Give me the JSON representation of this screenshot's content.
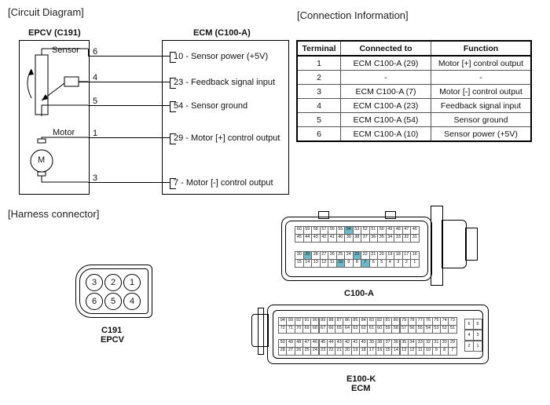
{
  "sections": {
    "circuit_diagram": "[Circuit Diagram]",
    "connection_info": "[Connection Information]",
    "harness_connector": "[Harness connector]"
  },
  "circuit": {
    "epcv_title": "EPCV (C191)",
    "ecm_title": "ECM (C100-A)",
    "sensor_label": "Sensor",
    "motor_label": "Motor",
    "motor_symbol": "M",
    "pins": [
      "6",
      "4",
      "5",
      "1",
      "3"
    ],
    "ecm_pins": [
      "10 - Sensor power (+5V)",
      "23 - Feedback signal input",
      "54 - Sensor ground",
      "29 - Motor [+] control output",
      "7 - Motor [-] control output"
    ]
  },
  "connection_table": {
    "headers": [
      "Terminal",
      "Connected to",
      "Function"
    ],
    "rows": [
      [
        "1",
        "ECM C100-A (29)",
        "Motor [+] control output"
      ],
      [
        "2",
        "-",
        "-"
      ],
      [
        "3",
        "ECM C100-A (7)",
        "Motor [-] control output"
      ],
      [
        "4",
        "ECM C100-A (23)",
        "Feedback  signal input"
      ],
      [
        "5",
        "ECM C100-A (54)",
        "Sensor ground"
      ],
      [
        "6",
        "ECM C100-A (10)",
        "Sensor power (+5V)"
      ]
    ]
  },
  "connectors": {
    "c191_pins_top": [
      "3",
      "2",
      "1"
    ],
    "c191_pins_bottom": [
      "6",
      "5",
      "4"
    ],
    "c191_name": "C191",
    "c191_sub": "EPCV",
    "c100a_name": "C100-A",
    "e100k_name": "E100-K",
    "e100k_sub": "ECM",
    "c100a_rows": [
      [
        "60",
        "59",
        "58",
        "57",
        "56",
        "55",
        "54",
        "53",
        "52",
        "51",
        "50",
        "49",
        "48",
        "47",
        "46"
      ],
      [
        "45",
        "44",
        "43",
        "42",
        "41",
        "40",
        "39",
        "38",
        "37",
        "36",
        "35",
        "34",
        "33",
        "32",
        "31"
      ],
      [
        "30",
        "29",
        "28",
        "27",
        "26",
        "25",
        "24",
        "23",
        "22",
        "21",
        "20",
        "19",
        "18",
        "17",
        "16"
      ],
      [
        "15",
        "14",
        "13",
        "12",
        "11",
        "10",
        "9",
        "8",
        "7",
        "6",
        "5",
        "4",
        "3",
        "2",
        "1"
      ]
    ],
    "c100a_highlight": [
      "54",
      "29",
      "23",
      "10",
      "7"
    ],
    "e100k_rows": [
      [
        "94",
        "93",
        "92",
        "91",
        "90",
        "89",
        "88",
        "87",
        "86",
        "85",
        "84",
        "83",
        "82",
        "81",
        "80",
        "79",
        "78",
        "77",
        "76",
        "75",
        "74",
        "73"
      ],
      [
        "72",
        "71",
        "70",
        "69",
        "68",
        "67",
        "66",
        "65",
        "64",
        "63",
        "62",
        "61",
        "60",
        "59",
        "58",
        "57",
        "56",
        "55",
        "54",
        "53",
        "52",
        "51"
      ],
      [
        "50",
        "49",
        "48",
        "47",
        "46",
        "45",
        "44",
        "43",
        "42",
        "41",
        "40",
        "39",
        "38",
        "37",
        "36",
        "35",
        "34",
        "33",
        "32",
        "31",
        "30",
        "29"
      ],
      [
        "28",
        "27",
        "26",
        "25",
        "24",
        "23",
        "22",
        "21",
        "20",
        "19",
        "18",
        "17",
        "16",
        "15",
        "14",
        "13",
        "12",
        "11",
        "10",
        "9",
        "8",
        "7"
      ]
    ],
    "e100k_side": [
      [
        "6",
        "5"
      ],
      [
        "4",
        "3"
      ],
      [
        "2",
        "1"
      ]
    ]
  }
}
